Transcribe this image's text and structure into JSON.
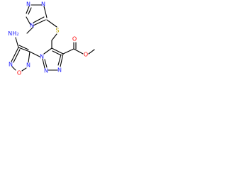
{
  "colors": {
    "bond": "#000000",
    "nitrogen": "#1a1aff",
    "oxygen": "#ff0000",
    "sulfur": "#b8a000",
    "carbon": "#000000"
  },
  "labels": {
    "n_triazole_top_1": "N",
    "n_triazole_top_2": "N",
    "n_triazole_top_methyl": "N",
    "s_thioether": "S",
    "nh2_group": "NH",
    "nh2_subscript": "2",
    "n_furazan_1": "N",
    "o_furazan": "O",
    "n_furazan_2": "N",
    "n_triazole_main_1": "N",
    "n_triazole_main_2": "N",
    "n_triazole_main_3": "N",
    "o_carbonyl": "O",
    "o_ester": "O"
  }
}
